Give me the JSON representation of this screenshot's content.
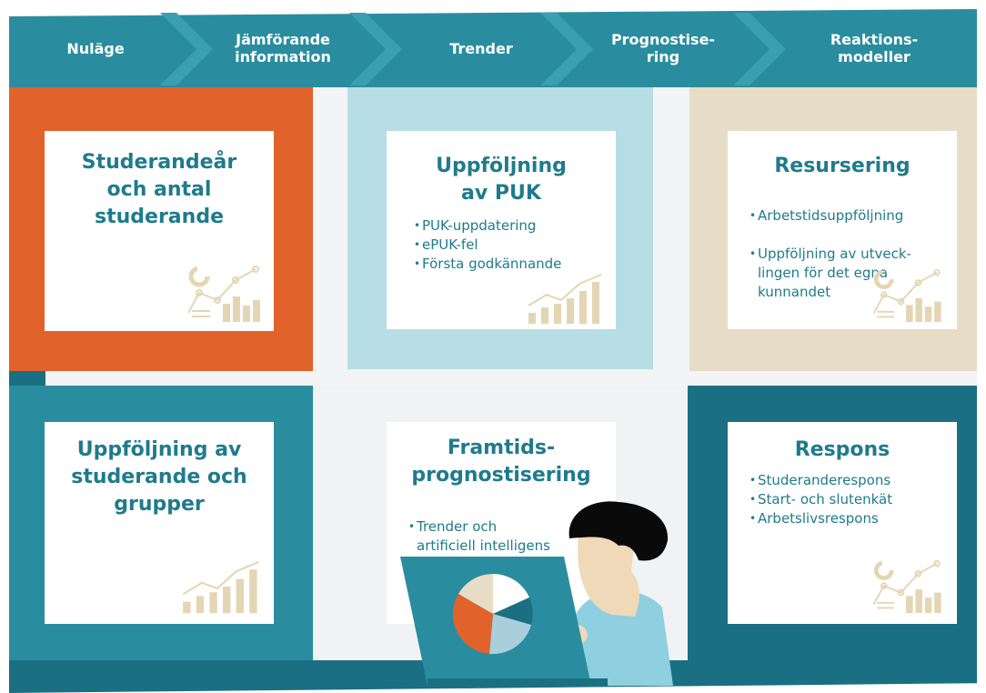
{
  "process_steps": [
    {
      "label_1": "Nuläge",
      "label_2": ""
    },
    {
      "label_1": "Jämförande",
      "label_2": "information"
    },
    {
      "label_1": "Trender",
      "label_2": ""
    },
    {
      "label_1": "Prognostise-",
      "label_2": "ring"
    },
    {
      "label_1": "Reaktions-",
      "label_2": "modeller"
    }
  ],
  "cards": {
    "studerandear": {
      "title_lines": [
        "Studerandeår",
        "och antal",
        "studerande"
      ],
      "items": []
    },
    "puk": {
      "title_lines": [
        "Uppföljning",
        "av PUK"
      ],
      "items": [
        "PUK-uppdatering",
        "ePUK-fel",
        "Första godkännande"
      ]
    },
    "resursering": {
      "title_lines": [
        "Resursering"
      ],
      "items": [
        "Arbetstidsuppföljning",
        "Uppföljning av utveck-\nlingen för det egna\nkunnandet"
      ]
    },
    "grupper": {
      "title_lines": [
        "Uppföljning av",
        "studerande och",
        "grupper"
      ],
      "items": []
    },
    "framtid": {
      "title_lines": [
        "Framtids-",
        "prognostisering"
      ],
      "items": [
        "Trender och\nartificiell intelligens"
      ]
    },
    "respons": {
      "title_lines": [
        "Respons"
      ],
      "items": [
        "Studeranderespons",
        "Start- och slutenkät",
        "Arbetslivsrespons"
      ]
    }
  },
  "colors": {
    "teal_dark": "#1b6f82",
    "teal": "#2a8d9f",
    "orange": "#e2622c",
    "light_blue": "#b7dde5",
    "beige": "#e7dcc6",
    "text_teal": "#1f7b8c",
    "icon_beige": "#e4d6b3"
  },
  "icons": [
    "analytics-icon",
    "bar-growth-icon",
    "pie-chart-icon",
    "person-with-laptop-illustration"
  ]
}
